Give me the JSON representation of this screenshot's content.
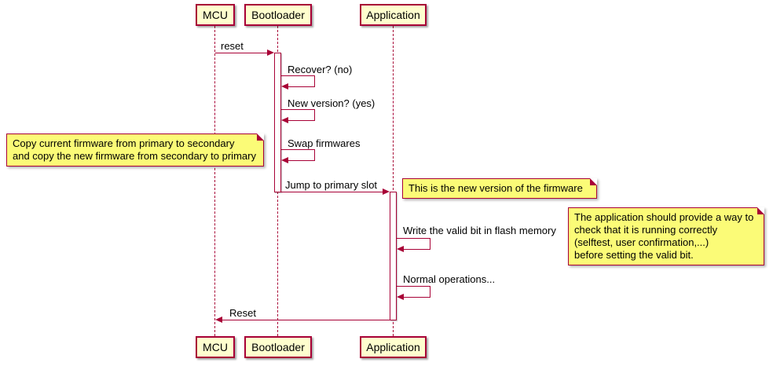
{
  "colors": {
    "accent": "#A80036",
    "participant_fill": "#FEFECE",
    "note_fill": "#FBFB77",
    "background": "#FFFFFF",
    "text": "#000000"
  },
  "participants": [
    {
      "label": "MCU"
    },
    {
      "label": "Bootloader"
    },
    {
      "label": "Application"
    }
  ],
  "messages": {
    "reset": "reset",
    "recover": "Recover? (no)",
    "new_version": "New version? (yes)",
    "swap_firmwares": "Swap firmwares",
    "jump_primary": "Jump to primary slot",
    "write_valid_bit": "Write the valid bit in flash memory",
    "normal_operations": "Normal operations...",
    "reset_return": "Reset"
  },
  "notes": {
    "swap_note": "Copy current firmware from primary to secondary\nand copy the new firmware from secondary to primary",
    "new_version_note": "This is the new version of the firmware",
    "valid_bit_note": "The application should provide a way to\ncheck that it is running correctly\n(selftest, user confirmation,...)\nbefore setting the valid bit."
  }
}
